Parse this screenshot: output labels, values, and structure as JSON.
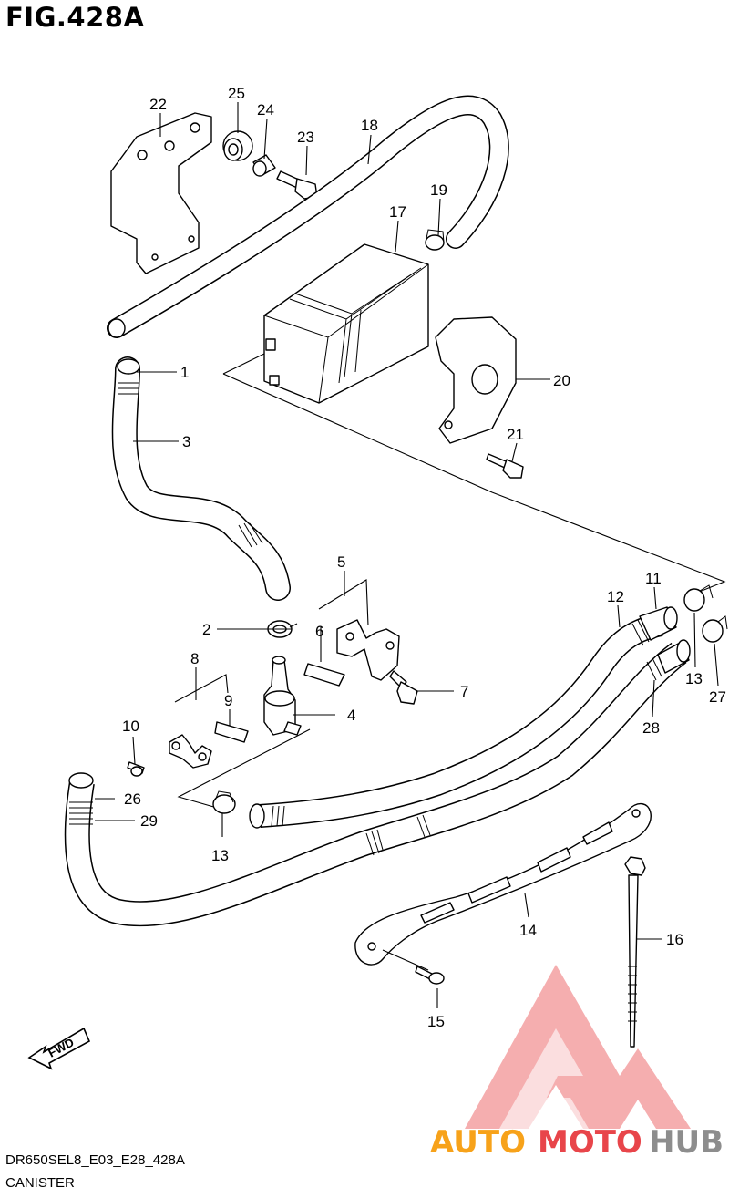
{
  "figure_title": "FIG.428A",
  "model_code": "DR650SEL8_E03_E28_428A",
  "section_name": "CANISTER",
  "fwd_label": "FWD",
  "watermark": {
    "part1": "AUTO",
    "part2": "MOTO",
    "part3": "HUB",
    "color_orange": "#f7a21a",
    "color_red": "#e8454a",
    "color_gray": "#8d8d8d"
  },
  "callouts": {
    "c1": "1",
    "c2": "2",
    "c3": "3",
    "c4": "4",
    "c5": "5",
    "c6": "6",
    "c7": "7",
    "c8": "8",
    "c9": "9",
    "c10": "10",
    "c11": "11",
    "c12": "12",
    "c13a": "13",
    "c13b": "13",
    "c14": "14",
    "c15": "15",
    "c16": "16",
    "c17": "17",
    "c18": "18",
    "c19": "19",
    "c20": "20",
    "c21": "21",
    "c22": "22",
    "c23": "23",
    "c24": "24",
    "c25": "25",
    "c26": "26",
    "c27": "27",
    "c28": "28",
    "c29": "29"
  }
}
